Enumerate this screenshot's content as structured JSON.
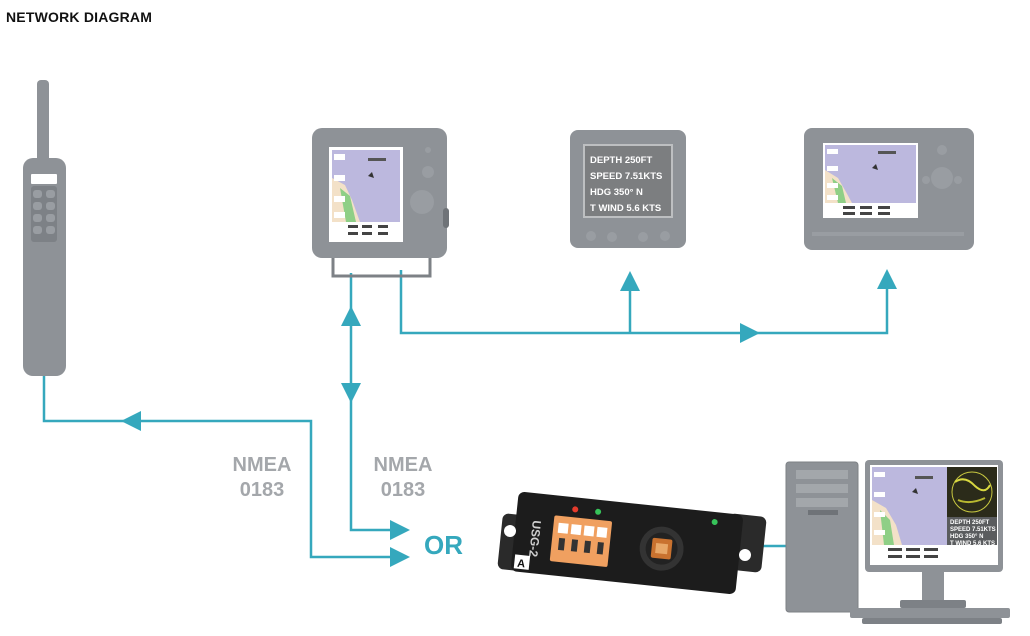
{
  "title": "NETWORK DIAGRAM",
  "colors": {
    "line": "#35a8bd",
    "device": "#8e9297",
    "device_dark": "#6f7378",
    "screen_sea": "#b8b4db",
    "usg_body": "#1c1c1c"
  },
  "labels": {
    "nmea_left": [
      "NMEA",
      "0183"
    ],
    "nmea_right": [
      "NMEA",
      "0183"
    ],
    "or": "OR"
  },
  "instrument_display": [
    "DEPTH 250FT",
    "SPEED 7.51KTS",
    "HDG  350°  N",
    "T WIND 5.6 KTS"
  ],
  "pc_display": [
    "DEPTH 250FT",
    "SPEED 7.51KTS",
    "HDG  350° N",
    "T WIND 5.6 KTS"
  ],
  "usg": {
    "model": "USG-2",
    "logo": "A"
  },
  "icons": [
    "handheld-vhf-radio",
    "chartplotter-icon",
    "instrument-display-icon",
    "multifunction-display-icon",
    "usg-2-gateway-icon",
    "desktop-pc-icon",
    "monitor-icon"
  ]
}
